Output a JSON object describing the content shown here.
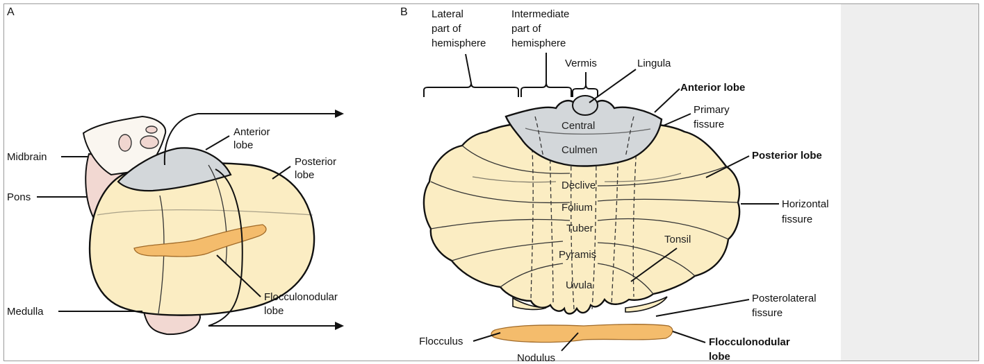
{
  "panels": {
    "a": "A",
    "b": "B"
  },
  "panel_a": {
    "midbrain": "Midbrain",
    "pons": "Pons",
    "medulla": "Medulla",
    "anterior_lobe": [
      "Anterior",
      "lobe"
    ],
    "posterior_lobe": [
      "Posterior",
      "lobe"
    ],
    "flocculonodular_lobe": [
      "Flocculonodular",
      "lobe"
    ]
  },
  "panel_b": {
    "lateral_part": [
      "Lateral",
      "part of",
      "hemisphere"
    ],
    "intermediate_part": [
      "Intermediate",
      "part of",
      "hemisphere"
    ],
    "vermis": "Vermis",
    "lingula": "Lingula",
    "anterior_lobe": "Anterior lobe",
    "primary_fissure": [
      "Primary",
      "fissure"
    ],
    "posterior_lobe": "Posterior lobe",
    "horizontal_fissure": [
      "Horizontal",
      "fissure"
    ],
    "posterolateral_fissure": [
      "Posterolateral",
      "fissure"
    ],
    "flocculonodular_lobe": [
      "Flocculonodular",
      "lobe"
    ],
    "flocculus": "Flocculus",
    "nodulus": "Nodulus",
    "tonsil": "Tonsil",
    "central": "Central",
    "culmen": "Culmen",
    "declive": "Declive",
    "folium": "Folium",
    "tuber": "Tuber",
    "pyramis": "Pyramis",
    "uvula": "Uvula"
  },
  "colors": {
    "hemisphere_fill": "#fbedc3",
    "anterior_fill": "#d3d7da",
    "flocculonodular_fill": "#f4bc6c",
    "brainstem_fill": "#f2d8d2",
    "midbrain_fill": "#faf6f0",
    "sidebar": "#eeeeee"
  }
}
